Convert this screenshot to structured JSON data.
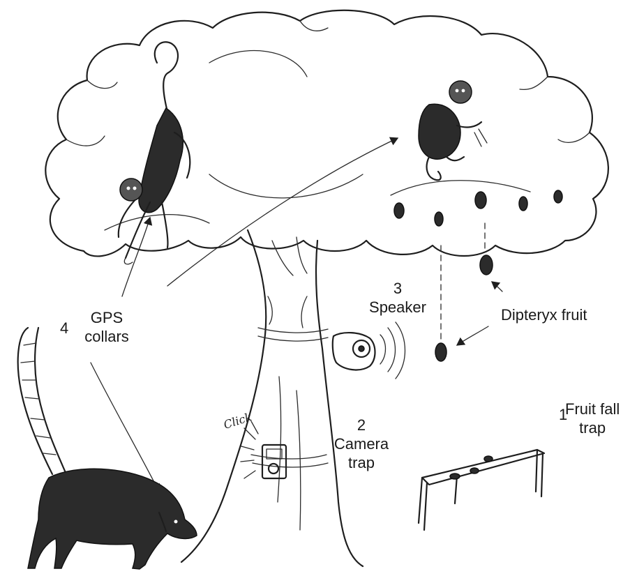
{
  "labels": {
    "fruit_fall_trap": {
      "number": "1",
      "line1": "Fruit fall",
      "line2": "trap"
    },
    "camera_trap": {
      "number": "2",
      "line1": "Camera",
      "line2": "trap"
    },
    "speaker": {
      "number": "3",
      "line1": "Speaker"
    },
    "gps_collars": {
      "number": "4",
      "line1": "GPS",
      "line2": "collars"
    },
    "dipteryx_fruit": "Dipteryx fruit",
    "click": "Click"
  },
  "colors": {
    "ink": "#1e1e1e",
    "background": "#ffffff"
  },
  "icons": [
    "tree",
    "spider-monkey",
    "capuchin-monkey",
    "coati",
    "speaker-icon",
    "camera-trap-icon",
    "fruit-fall-trap-table",
    "dipteryx-fruit"
  ]
}
